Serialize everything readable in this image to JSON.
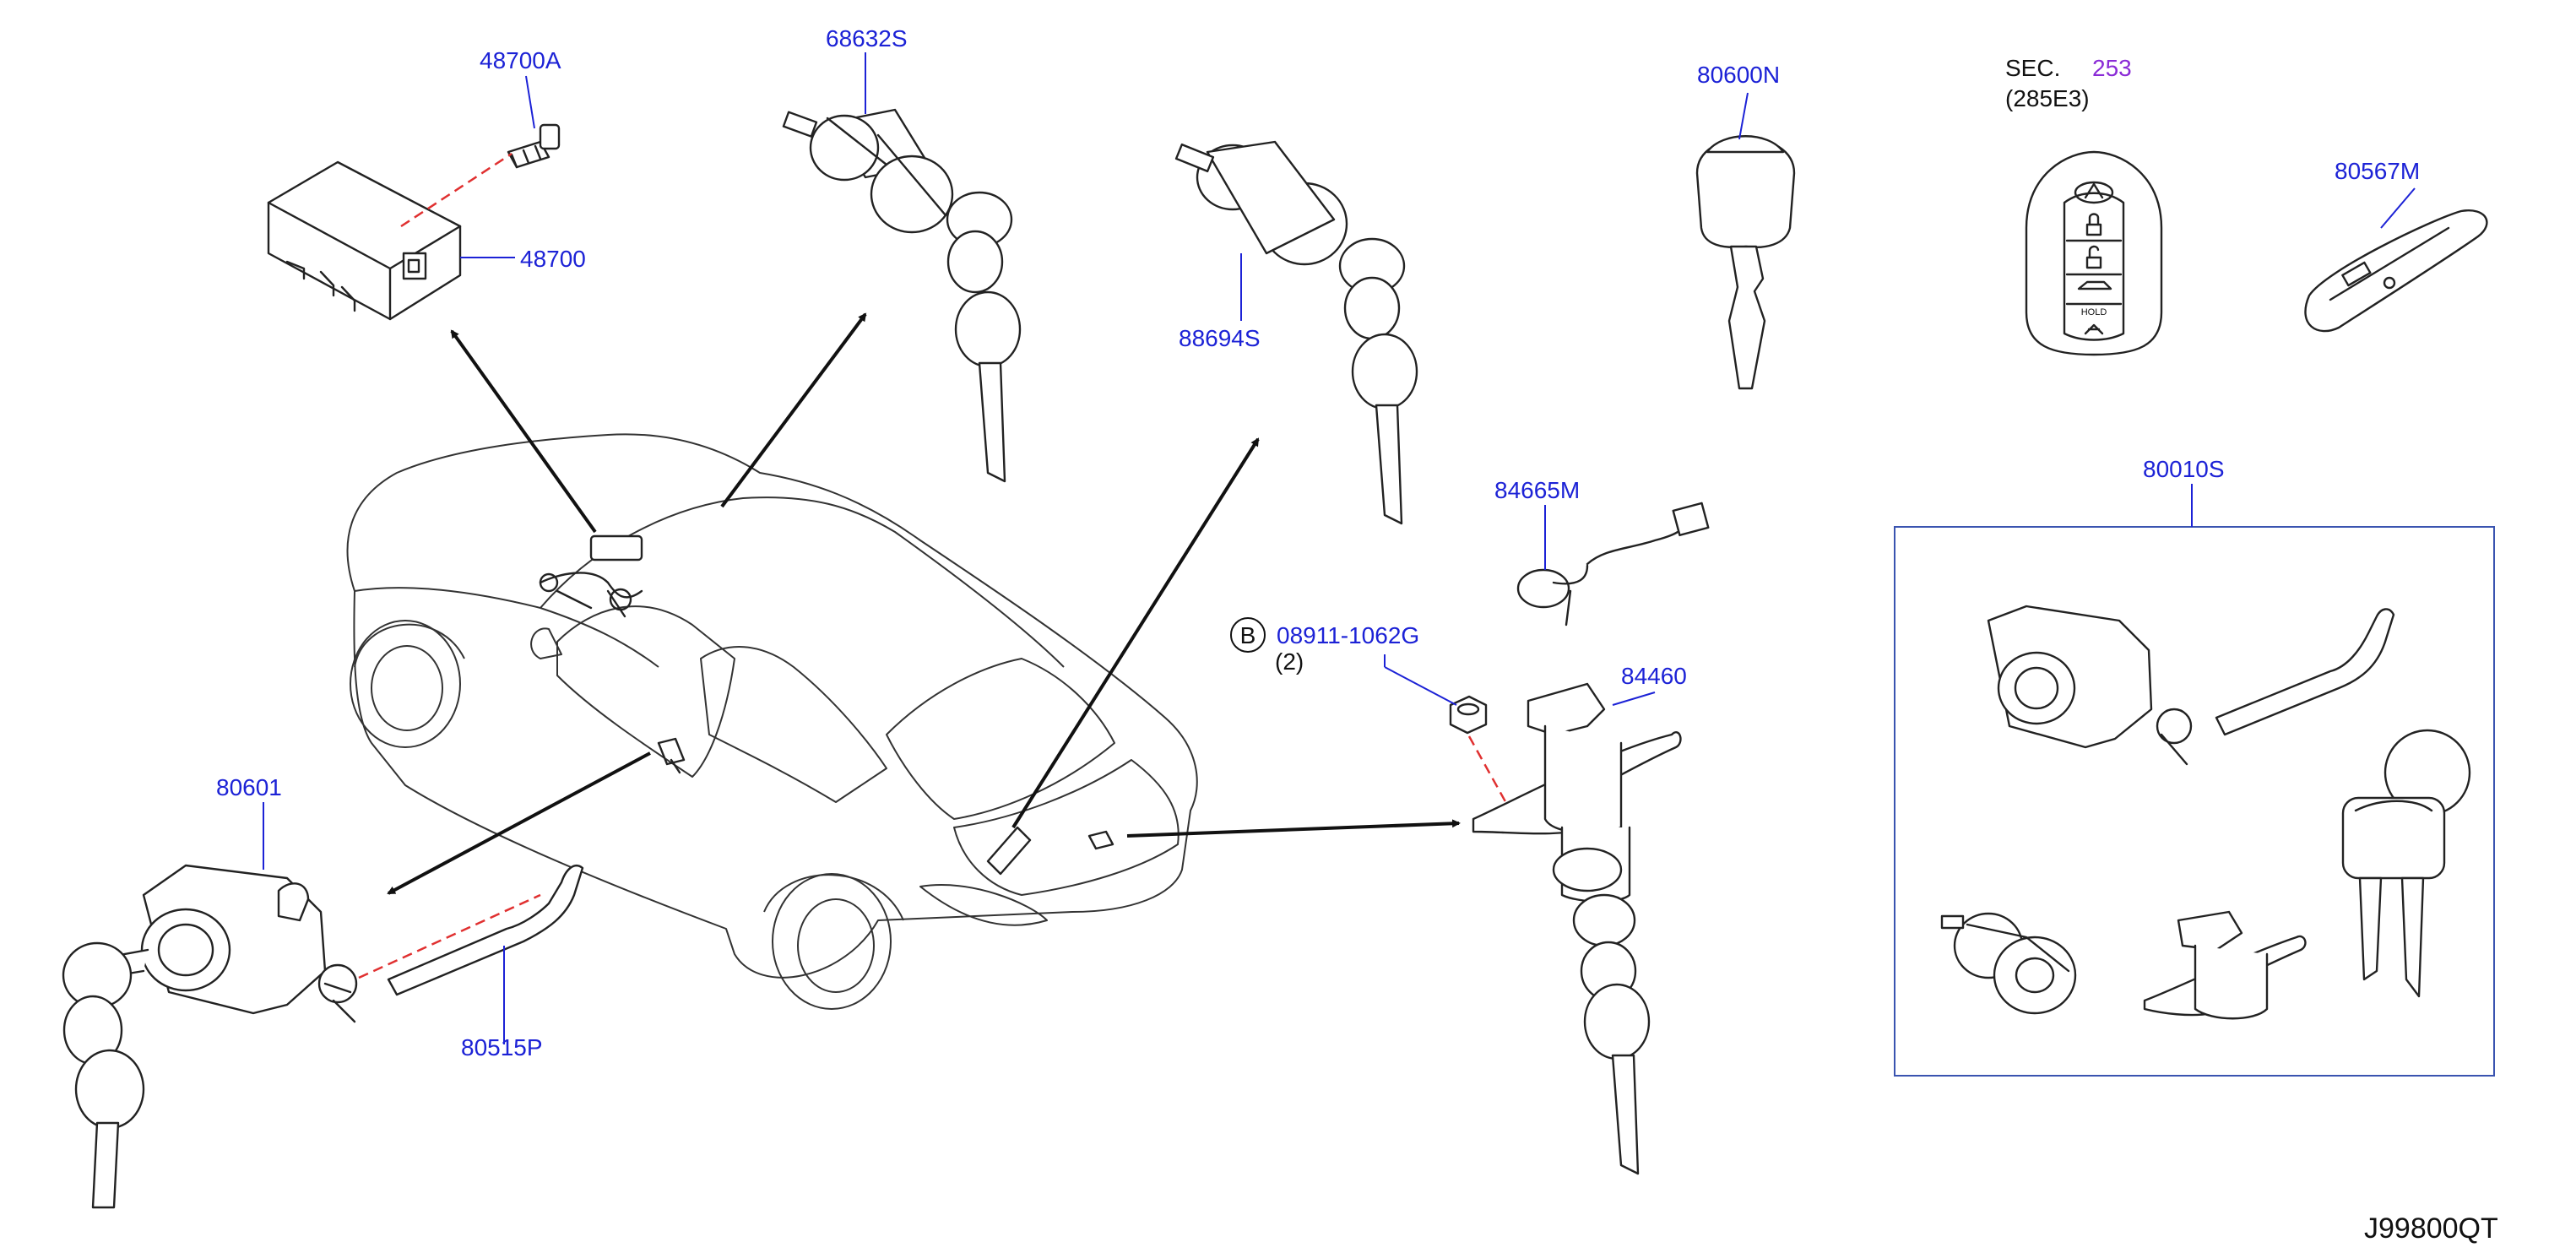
{
  "labels": {
    "p48700a": "48700A",
    "p48700": "48700",
    "p68632s": "68632S",
    "p88694s": "88694S",
    "p80600n": "80600N",
    "sec_prefix": "SEC.",
    "sec_number": "253",
    "sec_sub": "(285E3)",
    "p80567m": "80567M",
    "p84665m": "84665M",
    "bolt_marker": "B",
    "p08911": "08911-1062G",
    "p08911_qty": "(2)",
    "p84460": "84460",
    "p80010s": "80010S",
    "p80601": "80601",
    "p80515p": "80515P",
    "fob_hold": "HOLD",
    "diagram_code": "J99800QT"
  },
  "colors": {
    "part_number": "#1c22d6",
    "section_ref": "#8a2bd6",
    "callout_dash": "#e03030",
    "kit_box": "#3a54b0"
  },
  "icons": {
    "fob_logo": "infiniti-logo-icon",
    "fob_lock": "lock-icon",
    "fob_unlock": "unlock-icon",
    "fob_trunk": "trunk-icon",
    "fob_panic": "panic-icon"
  }
}
